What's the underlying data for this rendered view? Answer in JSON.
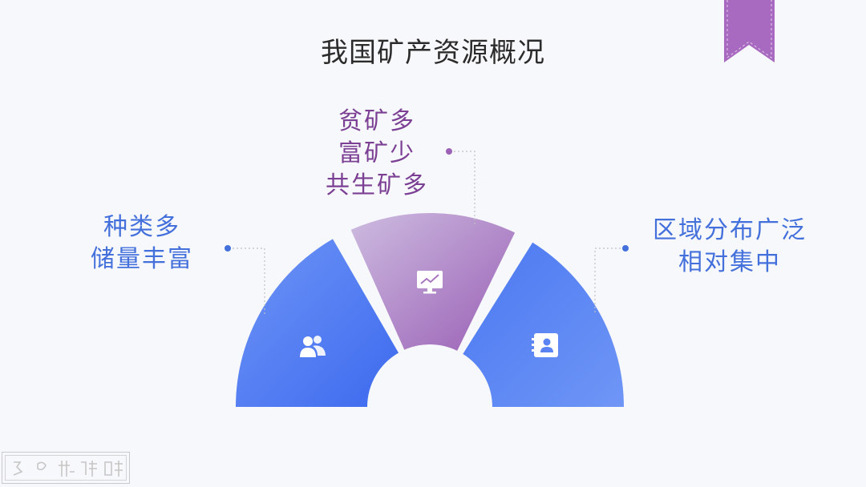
{
  "title": "我国矿产资源概况",
  "segments": [
    {
      "id": "left",
      "lines": [
        "种类多",
        "储量丰富"
      ],
      "icon": "users-icon",
      "color_from": "#3e6ef0",
      "color_to": "#6b8ff5"
    },
    {
      "id": "top",
      "lines": [
        "贫矿多",
        "富矿少",
        "共生矿多"
      ],
      "icon": "monitor-chart-icon",
      "color_from": "#c5b0dd",
      "color_to": "#9c62b7"
    },
    {
      "id": "right",
      "lines": [
        "区域分布广泛",
        "相对集中"
      ],
      "icon": "contact-card-icon",
      "color_from": "#4b7bf2",
      "color_to": "#6a93f4"
    }
  ],
  "colors": {
    "title": "#2b2b2b",
    "blue_text": "#4470dc",
    "purple_text": "#7b3f94",
    "bookmark": "#a86ac0",
    "connector": "#c0c0c0"
  }
}
